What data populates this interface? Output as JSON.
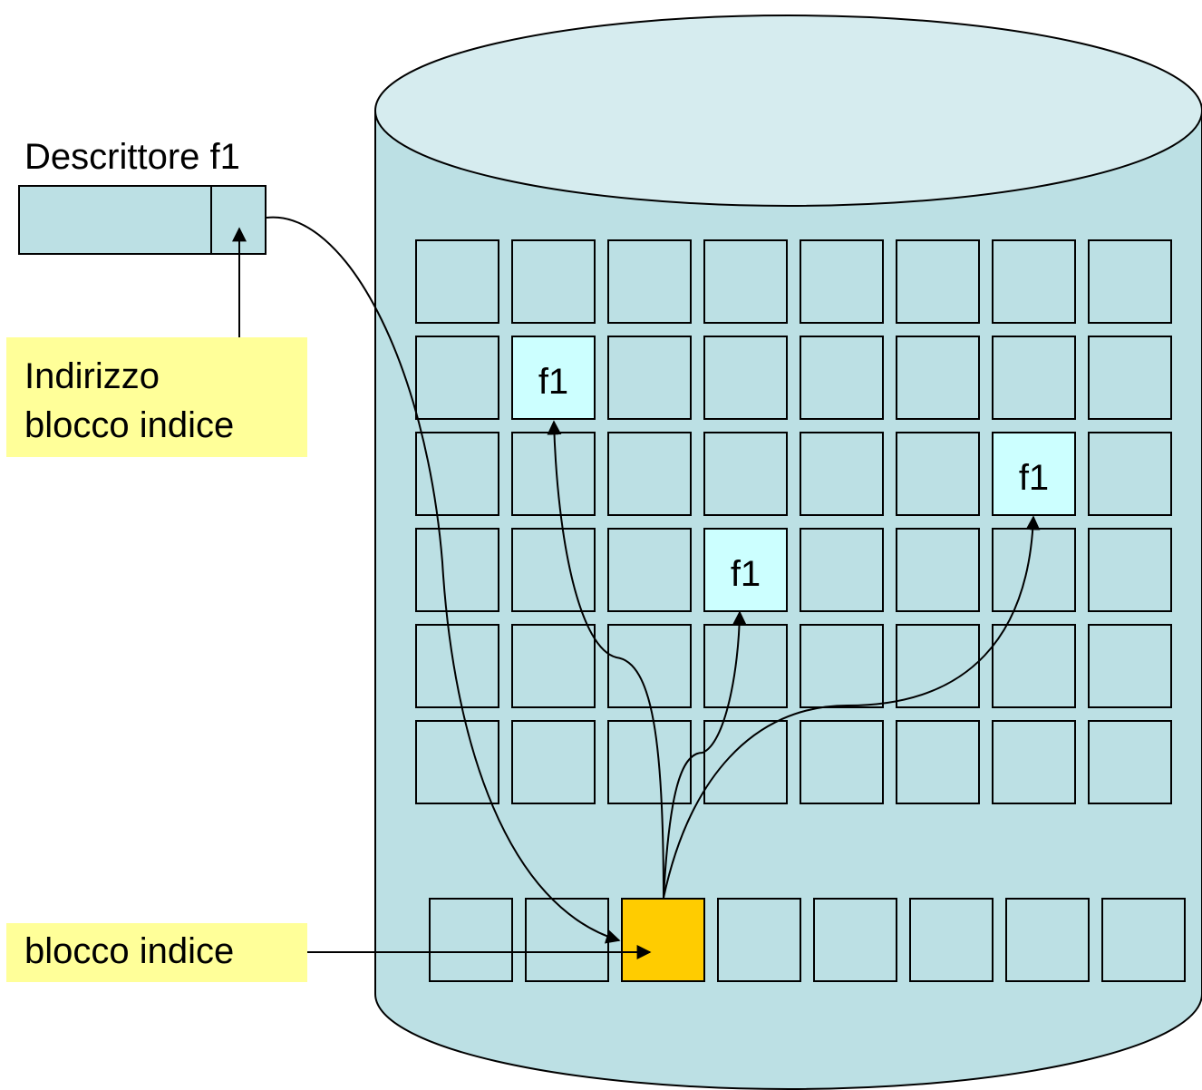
{
  "descriptor": {
    "title": "Descrittore f1"
  },
  "notes": {
    "index_address_line1": "Indirizzo",
    "index_address_line2": "blocco indice",
    "index_block": "blocco indice"
  },
  "grid": {
    "rows": 6,
    "cols": 8,
    "file_label": "f1",
    "file_blocks": [
      {
        "row": 1,
        "col": 1
      },
      {
        "row": 2,
        "col": 6
      },
      {
        "row": 3,
        "col": 3
      }
    ]
  },
  "index_row": {
    "blocks": 8,
    "index_block_position": 2
  },
  "colors": {
    "disk": "#bce0e4",
    "disk_top": "#d6ecef",
    "block": "#bce0e4",
    "file_block": "#ccffff",
    "index_block": "#ffcc00",
    "note": "#ffff99",
    "stroke": "#000000"
  }
}
